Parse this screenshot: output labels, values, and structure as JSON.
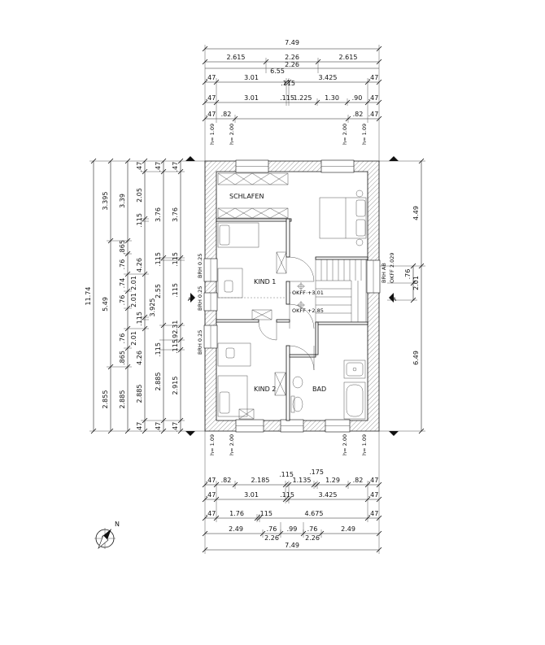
{
  "rooms": {
    "schlafen": "SCHLAFEN",
    "kind1": "KIND 1",
    "kind2": "KIND 2",
    "bad": "BAD"
  },
  "annotations": {
    "okff1": "OKFF +3.01",
    "okff2": "OKFF +2.85",
    "brh_left1": "BRH  0.25",
    "brh_left2": "BRH  0.25",
    "brh_left3": "BRH  0.25",
    "brh_right": "BRH  AB",
    "okff_right": "OKFF 2.029",
    "stair_a_left": "A",
    "stair_a_right": "A"
  },
  "top_dims": {
    "row1": [
      "7.49"
    ],
    "row2": [
      "2.615",
      "2.26",
      "2.615"
    ],
    "row2b": [
      "6.55",
      "2.26"
    ],
    "row3": [
      ".47",
      "3.01",
      ".115",
      "3.425",
      ".47"
    ],
    "row4": [
      ".47",
      "3.01",
      ".115",
      "1.225",
      "1.30",
      ".90",
      ".47"
    ],
    "row5": [
      ".47",
      ".82",
      ".82",
      ".47"
    ],
    "row6": [
      "h= 1.09",
      "h= 2.00",
      "h= 2.00",
      "h= 1.09"
    ]
  },
  "bottom_dims": {
    "row0": [
      "h= 1.09",
      "h= 2.00",
      "h= 2.00",
      "h= 1.09"
    ],
    "row1": [
      ".47",
      ".82",
      "2.185",
      ".115",
      "1.135",
      ".175",
      "1.29",
      ".82",
      ".47"
    ],
    "row2": [
      ".47",
      "3.01",
      ".115",
      "3.425",
      ".47"
    ],
    "row3": [
      ".47",
      "1.76",
      ".115",
      "4.675",
      ".47"
    ],
    "row4": [
      "2.49",
      ".76",
      ".99",
      ".76",
      "2.49"
    ],
    "row4b": [
      "2.26",
      "2.26"
    ],
    "row5": [
      "7.49"
    ]
  },
  "left_dims": {
    "col1": [
      "11.74"
    ],
    "col2": [
      "3.395",
      "5.49",
      "2.855"
    ],
    "col3": [
      "3.39",
      ".865",
      ".76",
      ".74",
      ".76",
      ".76",
      ".865",
      "2.885"
    ],
    "col4": [
      ".47",
      "2.05",
      ".115",
      "4.26",
      "2.01",
      "2.01",
      ".115",
      "2.01",
      "4.26",
      "2.885",
      ".47"
    ],
    "col5": [
      ".47",
      "3.76",
      ".115",
      "2.55",
      "3.925",
      ".115",
      "2.885",
      ".47"
    ],
    "col6": [
      ".47",
      "3.76",
      ".115",
      ".115",
      ".31",
      ".92",
      ".115",
      "2.915",
      ".47"
    ]
  },
  "right_dims": {
    "col1": [
      "4.49",
      "6.49"
    ],
    "col2": [
      ".76",
      "2.01"
    ]
  },
  "north": "N"
}
